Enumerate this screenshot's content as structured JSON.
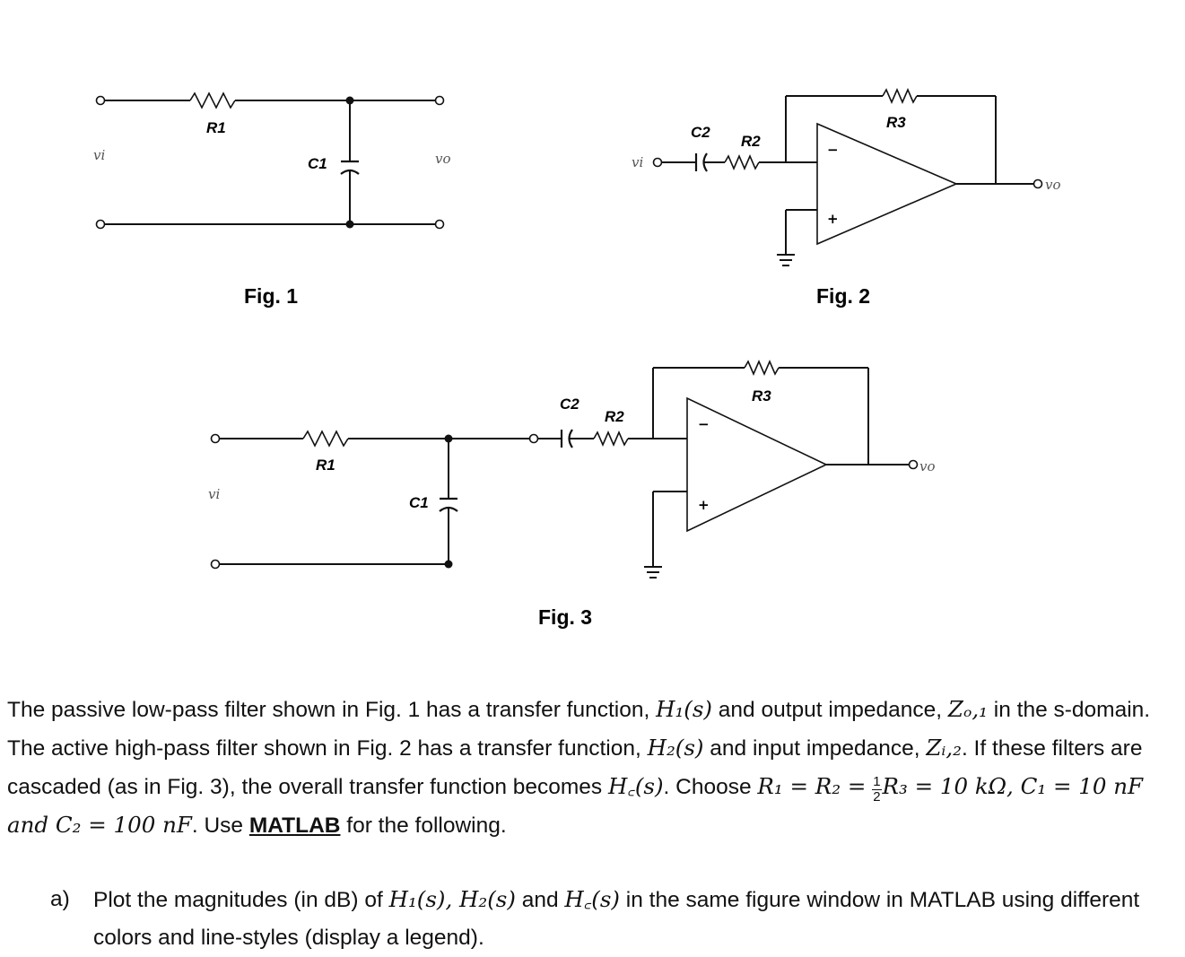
{
  "figures": {
    "fig1": {
      "caption": "Fig. 1",
      "r1": "R1",
      "c1": "C1",
      "vi": "vi",
      "vo": "vo"
    },
    "fig2": {
      "caption": "Fig. 2",
      "c2": "C2",
      "r2": "R2",
      "r3": "R3",
      "vi": "vi",
      "vo": "vo",
      "minus": "−",
      "plus": "+"
    },
    "fig3": {
      "caption": "Fig. 3",
      "r1": "R1",
      "c1": "C1",
      "c2": "C2",
      "r2": "R2",
      "r3": "R3",
      "vi": "vi",
      "vo": "vo",
      "minus": "−",
      "plus": "+"
    }
  },
  "problem": {
    "p1": "The passive low-pass filter shown in Fig. 1 has a transfer function, ",
    "h1s": "H₁(s)",
    "p2": " and output impedance, ",
    "zo1": "Zₒ,₁",
    "p3": " in the s-domain. The active high-pass filter shown in Fig. 2 has a transfer function, ",
    "h2s": "H₂(s)",
    "p4": " and input impedance, ",
    "zi2": "Zᵢ,₂",
    "p5": ". If these filters are cascaded (as in Fig. 3), the overall transfer function becomes ",
    "hcs": "H꜀(s)",
    "p6": ". Choose ",
    "rel": "R₁ = R₂ =",
    "half_num": "1",
    "half_den": "2",
    "vals": "R₃ = 10 kΩ, C₁ = 10 nF and C₂ = 100 nF",
    "p7": ". Use ",
    "matlab": "MATLAB",
    "p8": " for the following."
  },
  "question_a": {
    "tag": "a)",
    "t1": "Plot the magnitudes (in dB) of ",
    "funcs": "H₁(s), H₂(s)",
    "t2": " and ",
    "hc": "H꜀(s)",
    "t3": " in the same figure window in MATLAB using different colors and line-styles (display a legend)."
  }
}
